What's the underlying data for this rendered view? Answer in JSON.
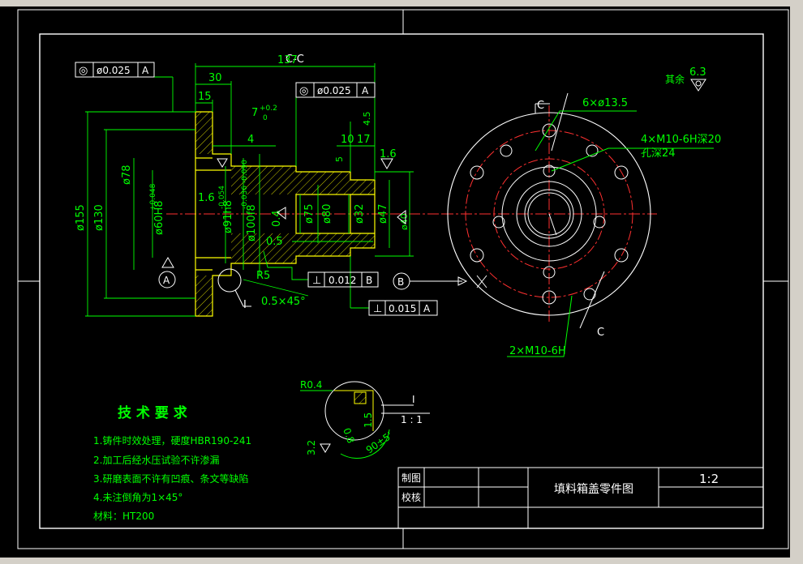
{
  "colors": {
    "background": "#000000",
    "frame": "#ffffff",
    "dimension": "#00ff00",
    "part": "#ffff00",
    "center": "#ff0000",
    "title_text": "#ffffff",
    "chrome": "#d4d0c8"
  },
  "section_label": "C-C",
  "dims": {
    "d137": "137",
    "d30": "30",
    "d15": "15",
    "d7": "7",
    "d7_tol_up": "+0.2",
    "d7_tol_lo": "0",
    "d4": "4",
    "d10": "10",
    "d17": "17",
    "d45": "4.5",
    "d16": "1.6",
    "d5": "5",
    "phi155": "ø155",
    "phi130": "ø130",
    "phi78": "ø78",
    "phi60": "ø60H8",
    "phi60_tol": "+0.048",
    "phi91": "ø91h8",
    "phi91_tol": "-0.054",
    "phi100": "ø100f8",
    "phi100_tol": "-0.036 -0.090",
    "phi75": "ø75",
    "phi80": "ø80",
    "phi32": "ø32",
    "phi47": "ø47",
    "phi40": "ø40",
    "r04_main": "0.4",
    "r05": "0.5",
    "r5": "R5",
    "chamfer": "0.5×45°",
    "roughness16": "1.6",
    "roughness16b": "1.6"
  },
  "tolerances": {
    "coax1": {
      "symbol": "◎",
      "value": "ø0.025",
      "datum": "A"
    },
    "coax2": {
      "symbol": "◎",
      "value": "ø0.025",
      "datum": "A"
    },
    "perp1": {
      "symbol": "⊥",
      "value": "0.012",
      "datum": "B"
    },
    "perp2": {
      "symbol": "⊥",
      "value": "0.015",
      "datum": "A"
    }
  },
  "datums": {
    "a": "A",
    "b": "B"
  },
  "view_labels": {
    "c_top": "C",
    "c_bottom": "C",
    "detail_marker": "I",
    "detail_id": "I",
    "detail_scale": "1 : 1"
  },
  "holes": {
    "h1": "6×ø13.5",
    "h2": "4×M10-6H深20",
    "h2_sub": "孔深24",
    "h3": "2×M10-6H"
  },
  "surface_other": {
    "label": "其余",
    "value": "6.3"
  },
  "detail_dims": {
    "r04": "R0.4",
    "d08": "0.8",
    "d15": "1.5",
    "angle": "90±5'",
    "r32": "3.2"
  },
  "tech_requirements": {
    "title": "技 术 要 求",
    "items": [
      "1.铸件时效处理，硬度HBR190-241",
      "2.加工后经水压试验不许渗漏",
      "3.研磨表面不许有凹痕、条文等缺陷",
      "4.未注倒角为1×45°"
    ],
    "material": "材料：HT200"
  },
  "title_block": {
    "draw_label": "制图",
    "check_label": "校核",
    "drawing_name": "填料箱盖零件图",
    "scale": "1:2"
  }
}
